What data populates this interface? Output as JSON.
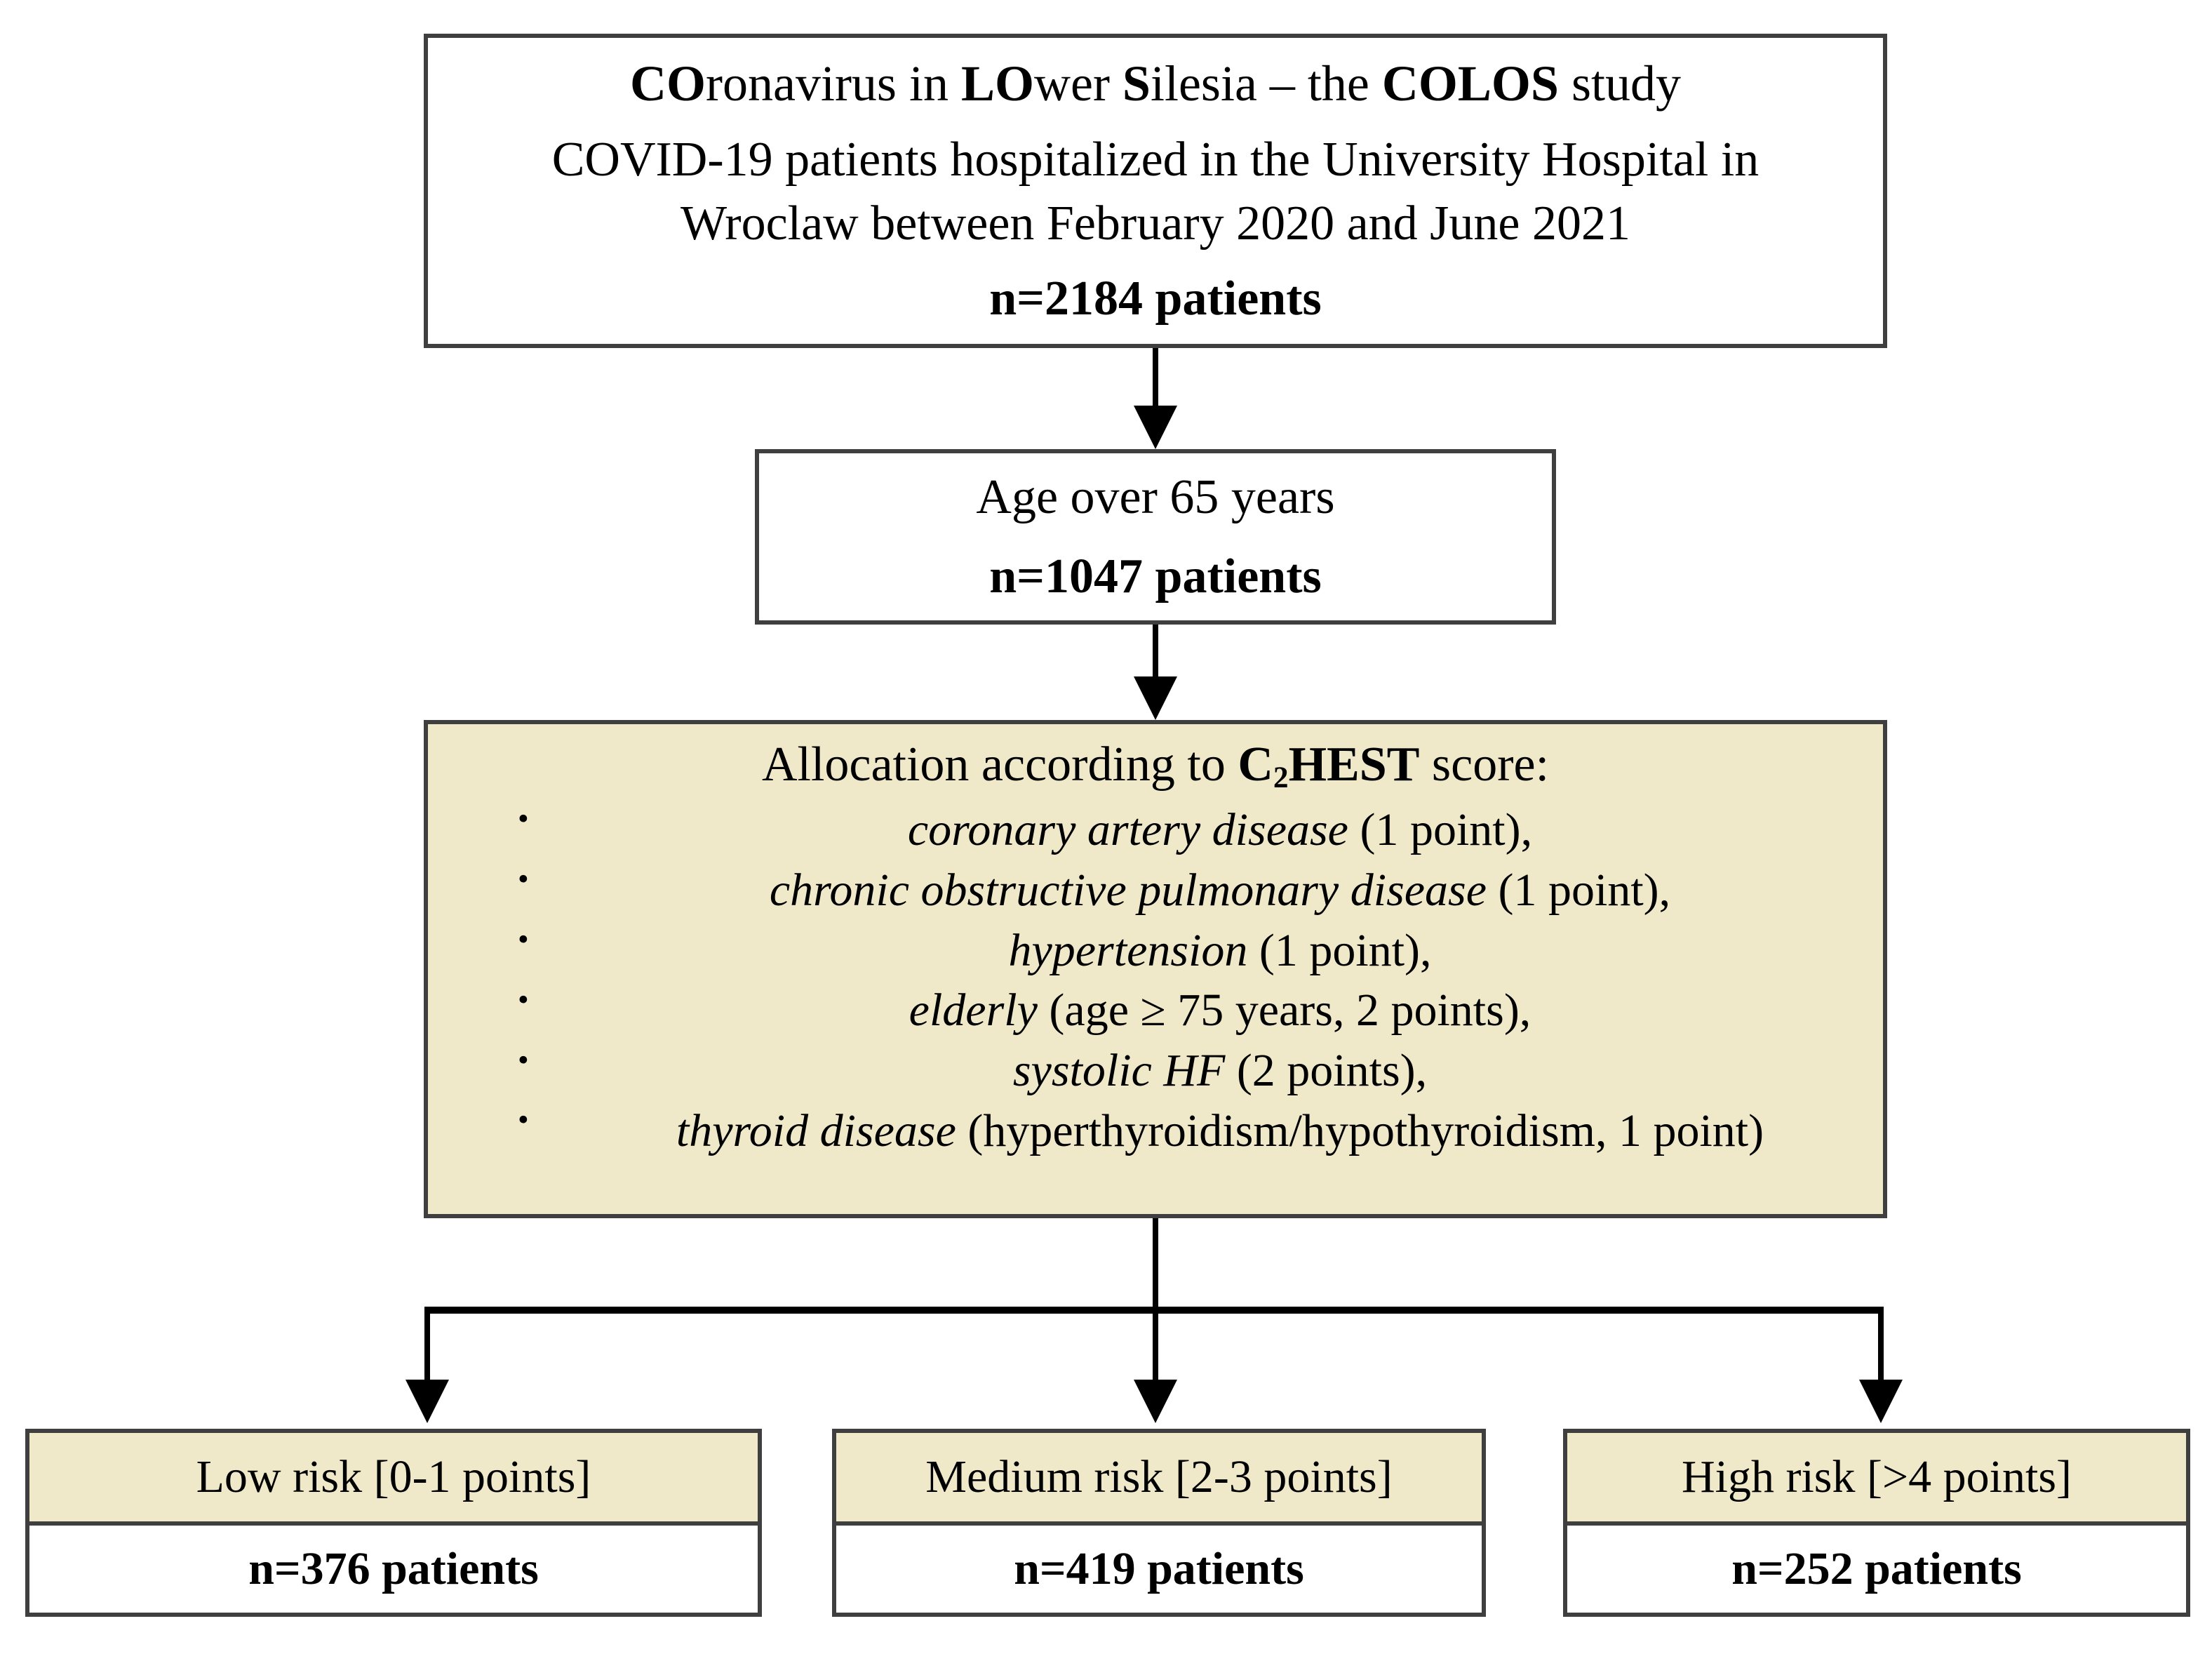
{
  "diagram": {
    "type": "flowchart",
    "title": "COLOS study patient allocation flowchart",
    "colors": {
      "beige_fill": "#efe9c9",
      "box_border": "#3f3f3f",
      "connector": "#000000",
      "background": "#ffffff"
    },
    "study_box": {
      "line1_a": "CO",
      "line1_b": "ronavirus in ",
      "line1_c": "LO",
      "line1_d": "wer ",
      "line1_e": "S",
      "line1_f": "ilesia – the ",
      "line1_g": "COLOS",
      "line1_h": " study",
      "line2": "COVID-19 patients hospitalized in the University Hospital in",
      "line3": "Wroclaw between February 2020 and June 2021",
      "line4": "n=2184 patients"
    },
    "age_box": {
      "line1": "Age over 65 years",
      "line2": "n=1047 patients"
    },
    "allocation_box": {
      "title_prefix": "Allocation according to ",
      "title_score": "C",
      "title_score_sub": "2",
      "title_score_rest": "HEST",
      "title_suffix": " score:",
      "criteria": [
        {
          "name": "coronary artery disease",
          "detail": " (1 point),"
        },
        {
          "name": "chronic obstructive pulmonary disease",
          "detail": " (1 point),"
        },
        {
          "name": "hypertension",
          "detail": " (1 point),"
        },
        {
          "name": "elderly",
          "detail": " (age ≥ 75 years, 2 points),"
        },
        {
          "name": "systolic HF",
          "detail": " (2 points),"
        },
        {
          "name": "thyroid disease",
          "detail": " (hyperthyroidism/hypothyroidism, 1 point)"
        }
      ]
    },
    "risk_groups": [
      {
        "label": "Low risk [0-1 points]",
        "count": "n=376 patients"
      },
      {
        "label": "Medium risk [2-3 points]",
        "count": "n=419 patients"
      },
      {
        "label": "High risk [>4 points]",
        "count": "n=252 patients"
      }
    ]
  }
}
